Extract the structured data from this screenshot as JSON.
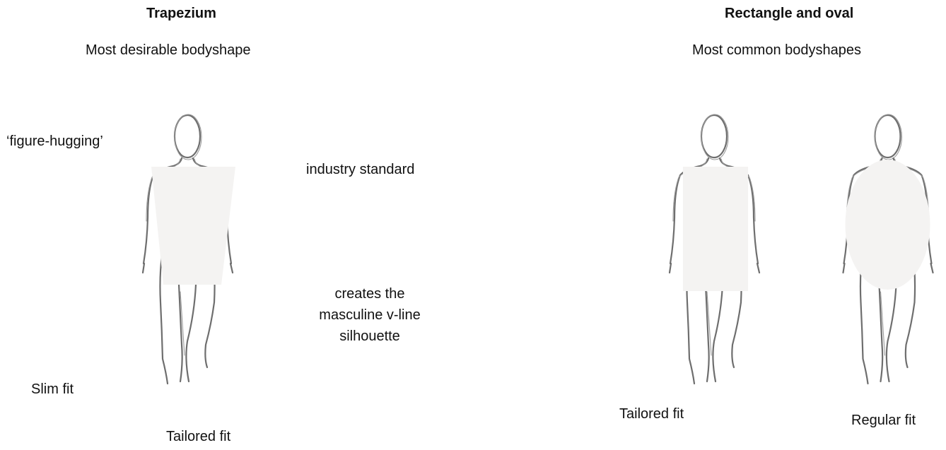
{
  "left_panel": {
    "title": "Trapezium",
    "subtitle": "Most desirable bodyshape",
    "labels": {
      "figure_hugging": "‘figure-hugging’",
      "industry_standard": "industry standard",
      "v_line": "creates the\nmasculine v-line\nsilhouette",
      "slim_fit": "Slim fit",
      "tailored_fit": "Tailored fit"
    },
    "shape": "trapezium"
  },
  "right_panel": {
    "title": "Rectangle and oval",
    "subtitle": "Most common bodyshapes",
    "figures": [
      {
        "shape": "rectangle",
        "label": "Tailored fit"
      },
      {
        "shape": "oval",
        "label": "Regular fit"
      }
    ]
  },
  "colors": {
    "outline": "#6e6e6e",
    "shape_fill": "#f4f3f2",
    "text": "#111111"
  }
}
